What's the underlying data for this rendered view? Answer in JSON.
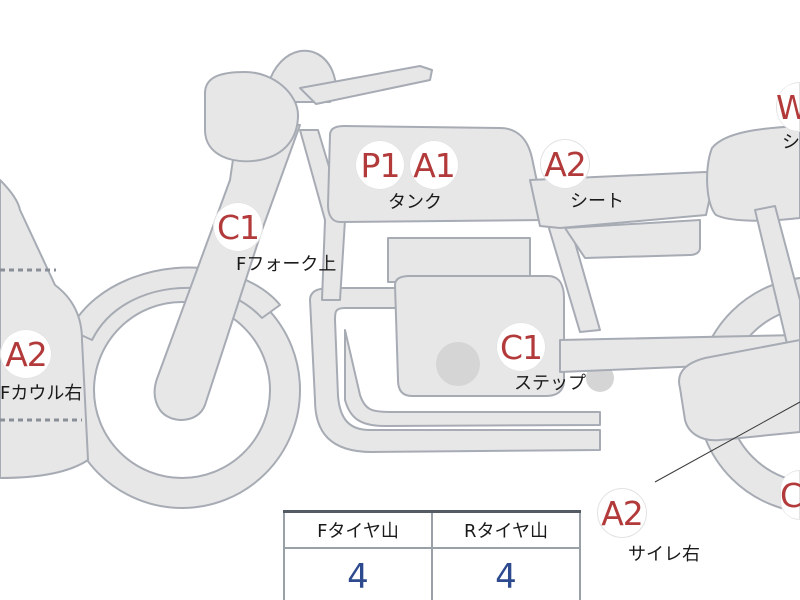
{
  "markers": {
    "fork_top": "C1",
    "tank_p1": "P1",
    "tank_a1": "A1",
    "seat": "A2",
    "step": "C1",
    "cowl_right": "A2",
    "muffler_right": "A2",
    "rear_partial": "W",
    "lower_right_partial": "C"
  },
  "labels": {
    "fork_top": "Fフォーク上",
    "tank": "タンク",
    "seat": "シート",
    "step": "ステップ",
    "cowl_right": "Fカウル右",
    "muffler_right": "サイレ右",
    "rear_partial": "シ"
  },
  "tread_table": {
    "front_header": "Fタイヤ山",
    "rear_header": "Rタイヤ山",
    "front_value": "4",
    "rear_value": "4"
  },
  "colors": {
    "bike_fill": "#e7e7e7",
    "bike_stroke": "#a7abb4",
    "marker_text": "#b23a3a",
    "value_text": "#2e4a8f"
  }
}
